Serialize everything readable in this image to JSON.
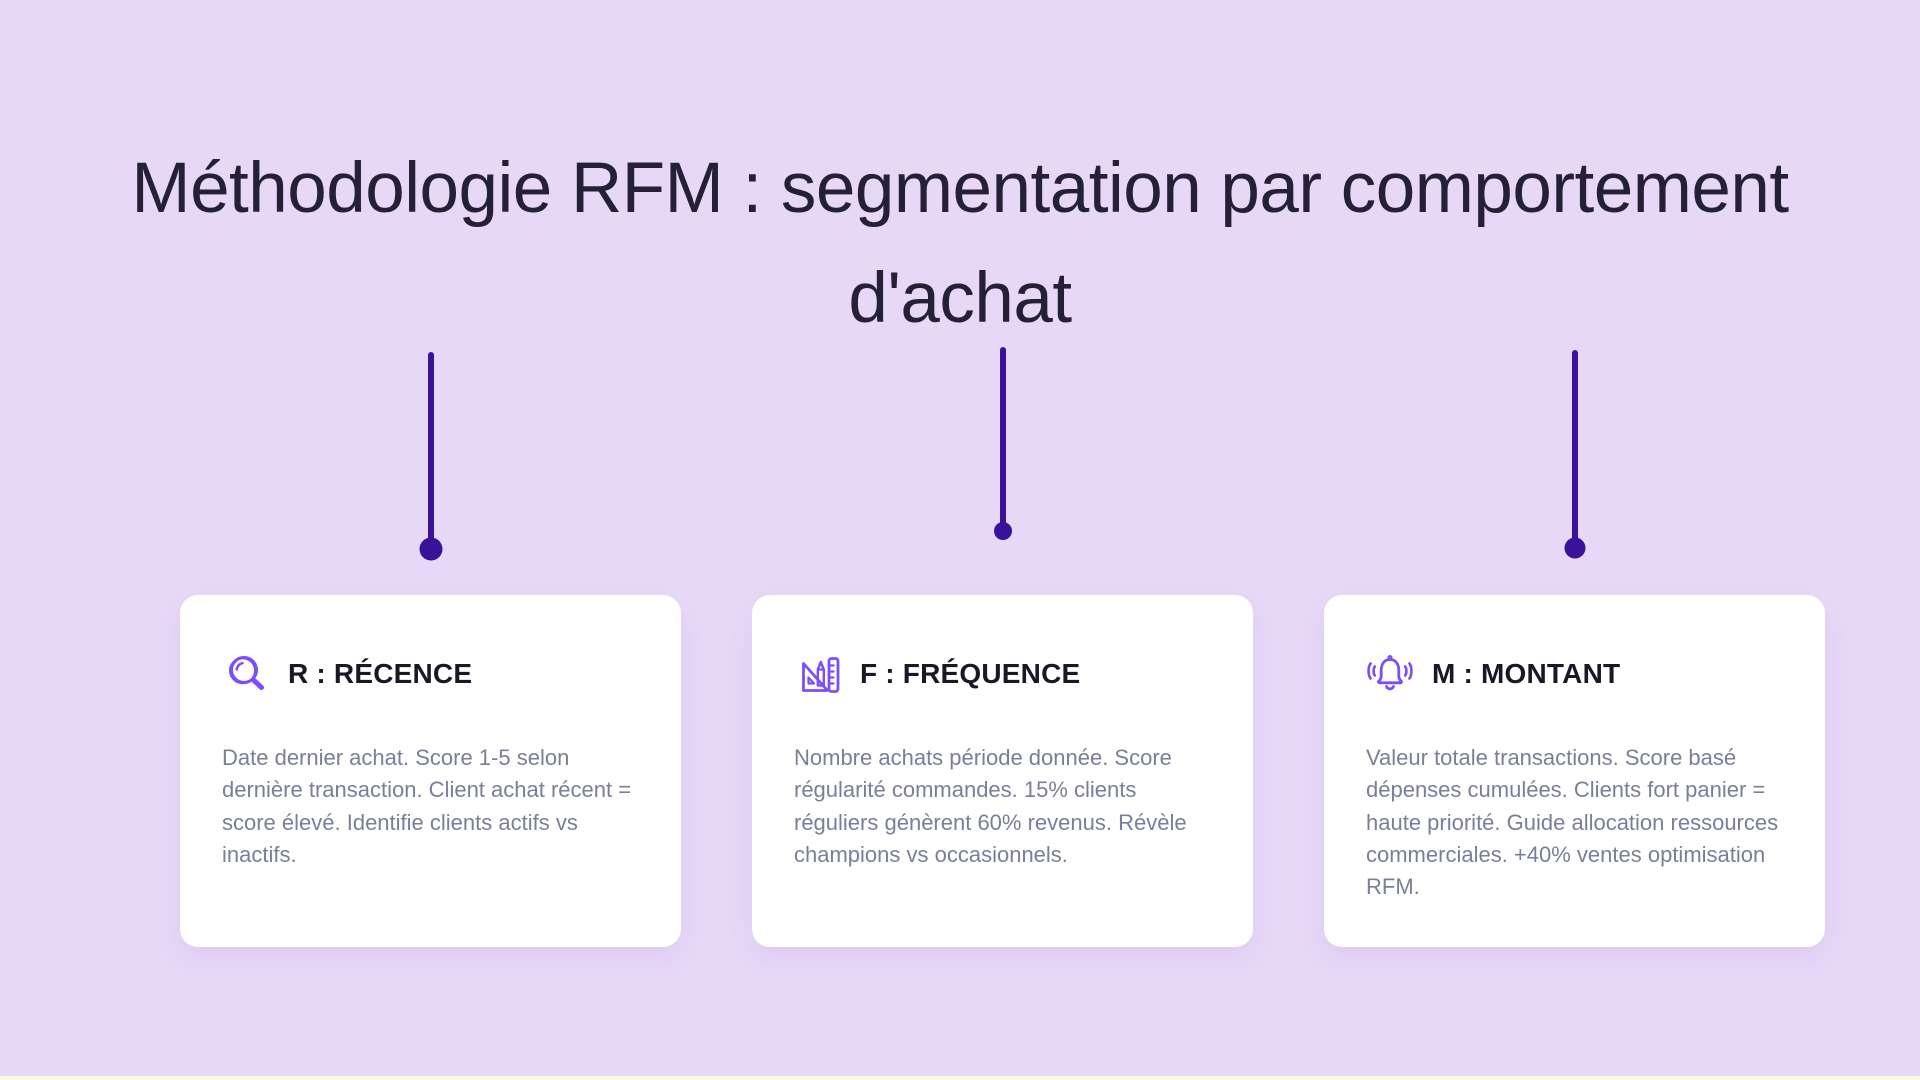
{
  "title": {
    "full": "Méthodologie RFM : segmentation par comportement d'achat",
    "lines": [
      "Méthodologie RFM : segmentation par comportement",
      "d'achat"
    ]
  },
  "cards": [
    {
      "icon": "magnifier-icon",
      "heading": "R : RÉCENCE",
      "body": "Date dernier achat. Score 1-5 selon dernière transaction. Client achat récent = score élevé. Identifie clients actifs vs inactifs."
    },
    {
      "icon": "drafting-tools-icon",
      "heading": "F : FRÉQUENCE",
      "body": "Nombre achats période donnée. Score régularité commandes. 15% clients réguliers génèrent 60% revenus. Révèle champions vs occasionnels."
    },
    {
      "icon": "bell-ringing-icon",
      "heading": "M : MONTANT",
      "body": "Valeur totale transactions. Score basé dépenses cumulées. Clients fort panier = haute priorité. Guide allocation ressources commerciales. +40% ventes optimisation RFM."
    }
  ],
  "colors": {
    "background": "#e8d8f7",
    "card_background": "#ffffff",
    "title_text": "#242136",
    "heading_text": "#1a1726",
    "body_text": "#7b7e97",
    "connector": "#3a1199",
    "icon_accent": "#7c4dff",
    "bottom_strip": "#f6f9e2"
  }
}
